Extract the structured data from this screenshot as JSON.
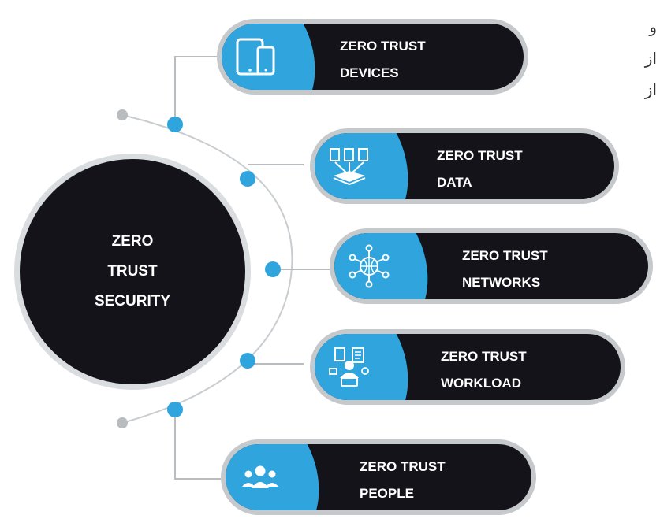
{
  "hub": {
    "title": "ZERO\nTRUST\nSECURITY"
  },
  "items": [
    {
      "line1": "ZERO TRUST",
      "line2": "DEVICES",
      "icon": "devices-icon"
    },
    {
      "line1": "ZERO TRUST",
      "line2": "DATA",
      "icon": "data-icon"
    },
    {
      "line1": "ZERO TRUST",
      "line2": "NETWORKS",
      "icon": "network-icon"
    },
    {
      "line1": "ZERO TRUST",
      "line2": "WORKLOAD",
      "icon": "workload-icon"
    },
    {
      "line1": "ZERO TRUST",
      "line2": "PEOPLE",
      "icon": "people-icon"
    }
  ],
  "side_text": [
    "و",
    "از",
    "از"
  ],
  "colors": {
    "accent": "#2fa4dd",
    "dark": "#141319",
    "ring": "#c6c9cc"
  }
}
